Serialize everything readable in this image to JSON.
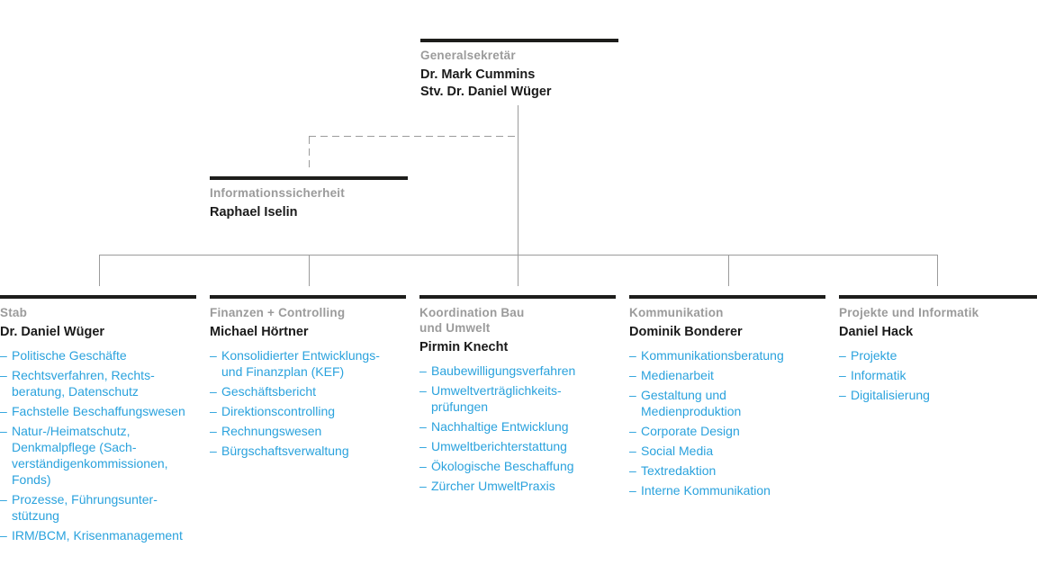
{
  "colors": {
    "accent_blue": "#2aa2dd",
    "heading_gray": "#9b9b9b",
    "text_black": "#1a1a1a",
    "line_gray": "#9b9b9b",
    "bar_black": "#1d1d1b"
  },
  "org": {
    "general_secretary": {
      "title": "Generalsekretär",
      "name": "Dr. Mark Cummins",
      "deputy": "Stv. Dr. Daniel Wüger"
    },
    "information_security": {
      "title": "Informationssicherheit",
      "name": "Raphael Iselin"
    },
    "departments": [
      {
        "title": "Stab",
        "head": "Dr. Daniel Wüger",
        "items": [
          "Politische Geschäfte",
          "Rechtsverfahren, Rechts-\nberatung, Datenschutz",
          "Fachstelle Beschaffungswesen",
          "Natur-/Heimatschutz,\nDenkmalpflege (Sach-\nverständigenkommissionen,\nFonds)",
          "Prozesse, Führungsunter-\nstützung",
          "IRM/BCM, Krisenmanagement"
        ]
      },
      {
        "title": "Finanzen + Controlling",
        "head": "Michael Hörtner",
        "items": [
          "Konsolidierter Entwicklungs-\nund Finanzplan (KEF)",
          "Geschäftsbericht",
          "Direktionscontrolling",
          "Rechnungswesen",
          "Bürgschaftsverwaltung"
        ]
      },
      {
        "title": "Koordination Bau\nund Umwelt",
        "head": "Pirmin Knecht",
        "items": [
          "Baubewilligungsverfahren",
          "Umweltverträglichkeits-\nprüfungen",
          "Nachhaltige Entwicklung",
          "Umweltberichterstattung",
          "Ökologische Beschaffung",
          "Zürcher UmweltPraxis"
        ]
      },
      {
        "title": "Kommunikation",
        "head": "Dominik Bonderer",
        "items": [
          "Kommunikationsberatung",
          "Medienarbeit",
          "Gestaltung und\nMedienproduktion",
          "Corporate Design",
          "Social Media",
          "Textredaktion",
          "Interne Kommunikation"
        ]
      },
      {
        "title": "Projekte und Informatik",
        "head": "Daniel Hack",
        "items": [
          "Projekte",
          "Informatik",
          "Digitalisierung"
        ]
      }
    ]
  }
}
